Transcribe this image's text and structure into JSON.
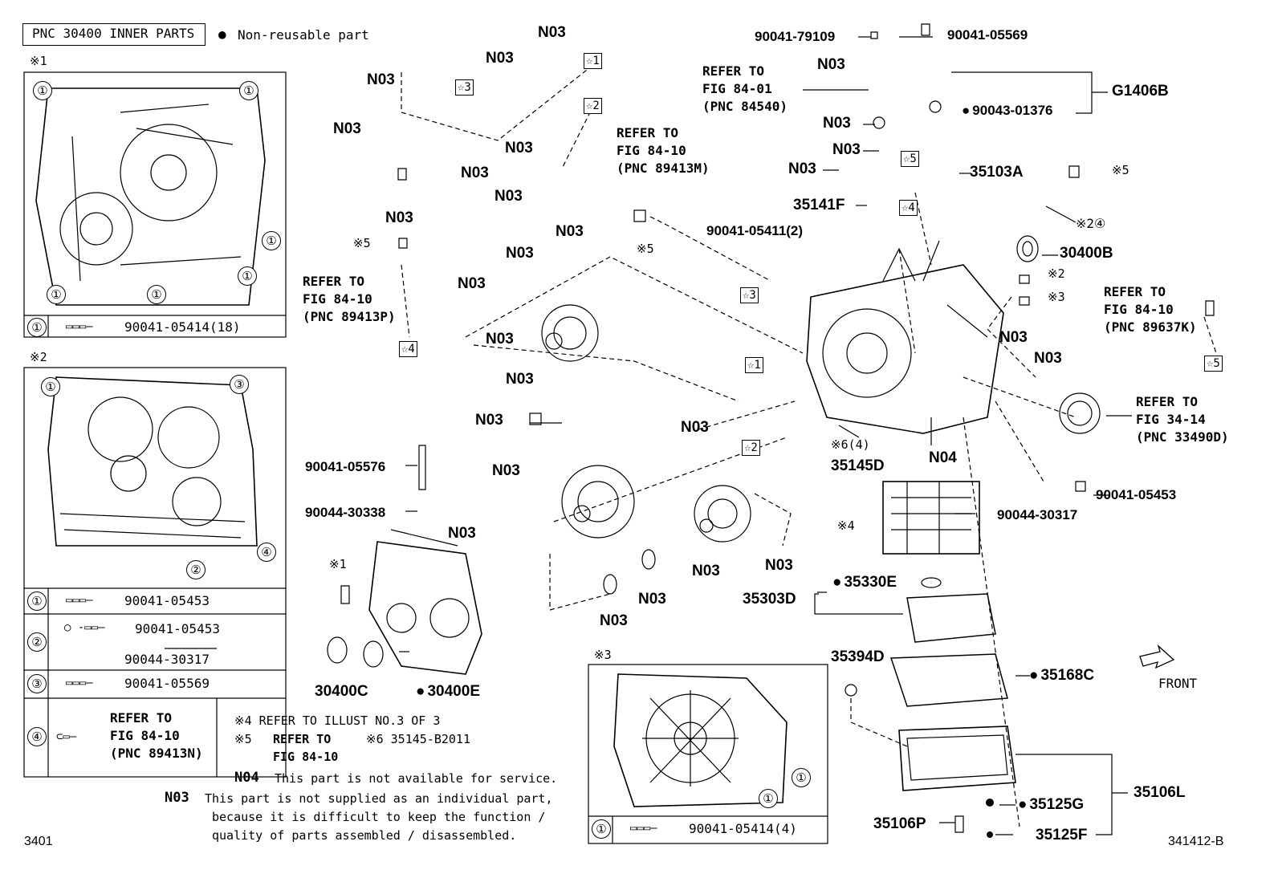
{
  "header": {
    "pnc_box": "PNC 30400 INNER PARTS",
    "legend": "Non-reusable part"
  },
  "insets": {
    "i1": {
      "mark": "※1",
      "callout": "①",
      "part": "90041-05414(18)"
    },
    "i2": {
      "mark": "※2",
      "callouts": [
        "①",
        "②",
        "③",
        "④"
      ],
      "rows": [
        {
          "num": "①",
          "part": "90041-05453"
        },
        {
          "num": "②",
          "part": "90041-05453",
          "part2": "90044-30317"
        },
        {
          "num": "③",
          "part": "90041-05569"
        },
        {
          "num": "④",
          "ref": [
            "REFER TO",
            "FIG 84-10",
            "(PNC 89413N)"
          ]
        }
      ]
    },
    "i3": {
      "mark": "※3",
      "callout": "①",
      "part": "90041-05414(4)"
    }
  },
  "notes": {
    "n4": "※4  REFER TO ILLUST NO.3 OF 3",
    "n5a": "※5",
    "n5b": "REFER TO",
    "n5c": "FIG 84-10",
    "n6": "※6 35145-B2011",
    "n04_code": "N04",
    "n04_text": "This part is not available for service.",
    "n03_code": "N03",
    "n03_text1": "This part is not supplied as an individual part,",
    "n03_text2": "because it is difficult to keep the function /",
    "n03_text3": "quality of parts assembled / disassembled."
  },
  "labels": {
    "n03": "N03",
    "n04": "N04",
    "p90041_79109": "90041-79109",
    "p90041_05569": "90041-05569",
    "g1406b": "G1406B",
    "p90043_01376": "90043-01376",
    "p35103a": "35103A",
    "p35141f": "35141F",
    "p90041_05411": "90041-05411(2)",
    "p30400b": "30400B",
    "p90041_05576": "90041-05576",
    "p90044_30338": "90044-30338",
    "p35145d": "35145D",
    "p90041_05453": "90041-05453",
    "p90044_30317": "90044-30317",
    "p35330e": "35330E",
    "p35303d": "35303D",
    "p35394d": "35394D",
    "p35168c": "35168C",
    "p35106l": "35106L",
    "p35125g": "35125G",
    "p35106p": "35106P",
    "p35125f": "35125F",
    "p30400c": "30400C",
    "p30400e": "30400E",
    "x1": "※1",
    "x2": "※2",
    "x3": "※3",
    "x5": "※5",
    "x2_4": "※2④",
    "x4": "※4",
    "x6_4": "※6(4)"
  },
  "refs": {
    "r84_01": [
      "REFER TO",
      "FIG 84-01",
      "(PNC 84540)"
    ],
    "r84_10m": [
      "REFER TO",
      "FIG 84-10",
      "(PNC 89413M)"
    ],
    "r84_10p": [
      "REFER TO",
      "FIG 84-10",
      "(PNC 89413P)"
    ],
    "r84_10k": [
      "REFER TO",
      "FIG 84-10",
      "(PNC 89637K)"
    ],
    "r34_14": [
      "REFER TO",
      "FIG 34-14",
      "(PNC 33490D)"
    ]
  },
  "stars": {
    "s1": "☆1",
    "s2": "☆2",
    "s3": "☆3",
    "s4": "☆4",
    "s5": "☆5"
  },
  "front": "FRONT",
  "footer": {
    "left": "3401",
    "right": "341412-B"
  }
}
